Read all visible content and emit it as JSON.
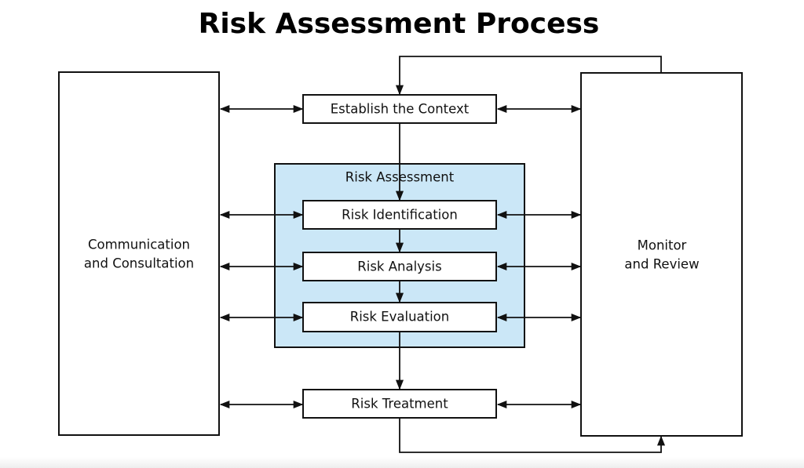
{
  "title": "Risk Assessment Process",
  "left_panel": {
    "line1": "Communication",
    "line2": "and Consultation"
  },
  "right_panel": {
    "line1": "Monitor",
    "line2": "and Review"
  },
  "group_label": "Risk Assessment",
  "steps": {
    "context": "Establish the Context",
    "identification": "Risk Identification",
    "analysis": "Risk Analysis",
    "evaluation": "Risk Evaluation",
    "treatment": "Risk Treatment"
  },
  "colors": {
    "group_fill": "#cbe7f7",
    "line": "#111111"
  }
}
